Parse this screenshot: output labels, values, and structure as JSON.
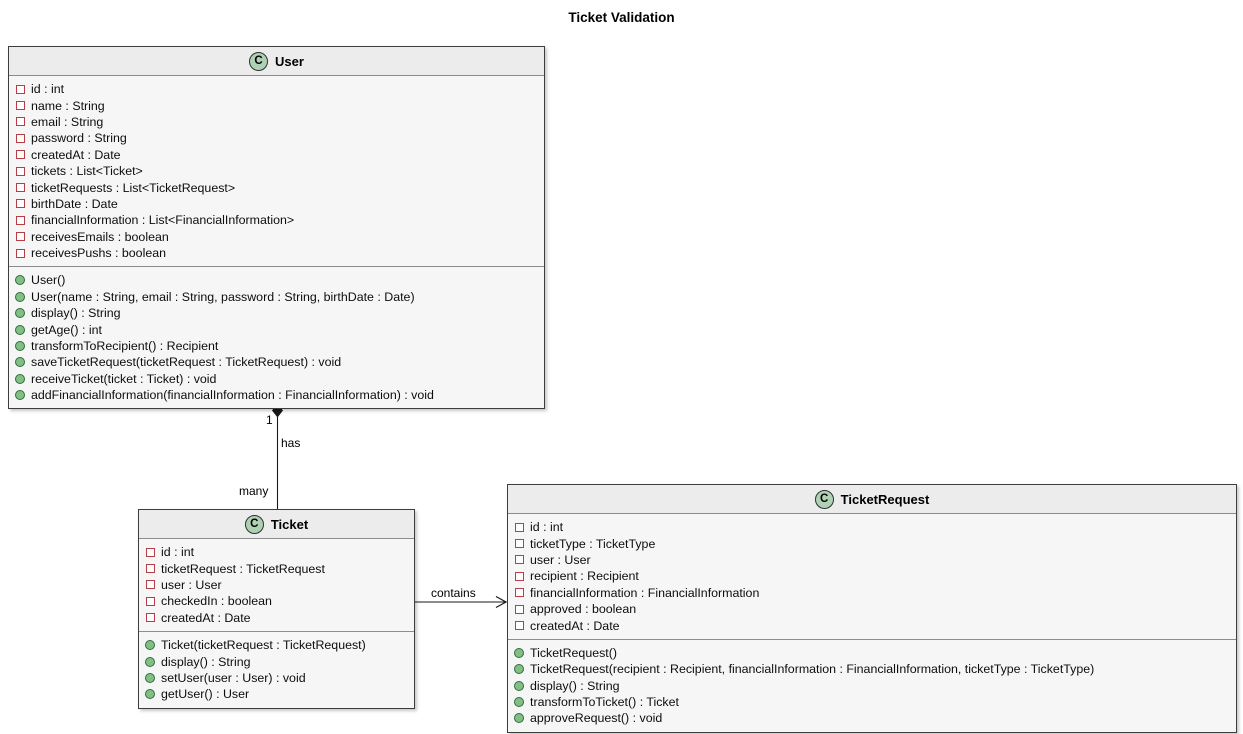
{
  "title": "Ticket Validation",
  "colors": {
    "class_header_bg": "#ececec",
    "class_body_bg": "#f6f6f6",
    "class_border": "#3d3d3d",
    "class_badge_bg": "#add1b2",
    "field_icon_red": "#b93d46",
    "method_icon_green": "#84be84",
    "line_color": "#181818"
  },
  "classes": {
    "user": {
      "badge": "C",
      "name": "User",
      "attributes": [
        "id : int",
        "name : String",
        "email : String",
        "password : String",
        "createdAt : Date",
        "tickets : List<Ticket>",
        "ticketRequests : List<TicketRequest>",
        "birthDate : Date",
        "financialInformation : List<FinancialInformation>",
        "receivesEmails : boolean",
        "receivesPushs : boolean"
      ],
      "methods": [
        "User()",
        "User(name : String, email : String, password : String, birthDate : Date)",
        "display() : String",
        "getAge() : int",
        "transformToRecipient() : Recipient",
        "saveTicketRequest(ticketRequest : TicketRequest) : void",
        "receiveTicket(ticket : Ticket) : void",
        "addFinancialInformation(financialInformation : FinancialInformation) : void"
      ]
    },
    "ticket": {
      "badge": "C",
      "name": "Ticket",
      "attributes": [
        "id : int",
        "ticketRequest : TicketRequest",
        "user : User",
        "checkedIn : boolean",
        "createdAt : Date"
      ],
      "methods": [
        "Ticket(ticketRequest : TicketRequest)",
        "display() : String",
        "setUser(user : User) : void",
        "getUser() : User"
      ]
    },
    "ticket_request": {
      "badge": "C",
      "name": "TicketRequest",
      "attributes": [
        "id : int",
        "ticketType : TicketType",
        "user : User",
        "recipient : Recipient",
        "financialInformation : FinancialInformation",
        "approved : boolean",
        "createdAt : Date"
      ],
      "methods": [
        "TicketRequest()",
        "TicketRequest(recipient : Recipient, financialInformation : FinancialInformation, ticketType : TicketType)",
        "display() : String",
        "transformToTicket() : Ticket",
        "approveRequest() : void"
      ]
    }
  },
  "relations": {
    "user_has_ticket": {
      "label": "has",
      "source_multiplicity": "1",
      "target_multiplicity": "many",
      "type": "composition"
    },
    "ticket_contains_ticketrequest": {
      "label": "contains",
      "type": "association"
    }
  }
}
